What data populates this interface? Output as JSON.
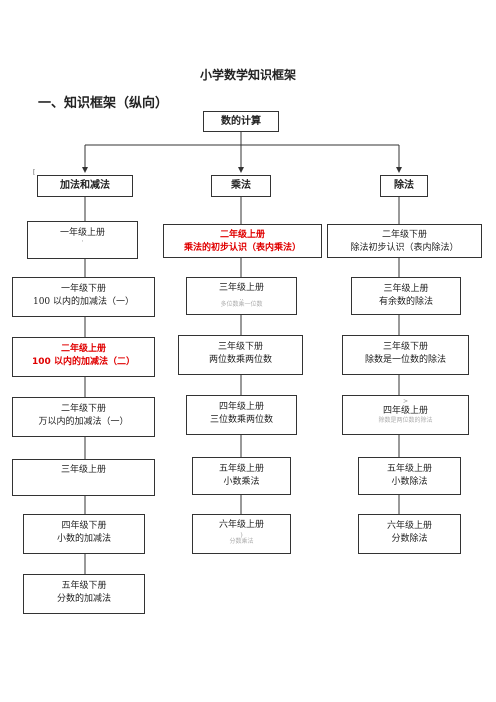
{
  "page_title": "小学数学知识框架",
  "section_heading": "一、知识框架（纵向）",
  "root": "数的计算",
  "corner_mark": "[",
  "columns": [
    {
      "header": "加法和减法",
      "items": [
        {
          "lines": [
            "一年级上册"
          ],
          "faint": "'"
        },
        {
          "lines": [
            "一年级下册",
            "100 以内的加减法（一）"
          ]
        },
        {
          "lines": [
            "二年级上册",
            "100 以内的加减法（二）"
          ],
          "highlight": true
        },
        {
          "lines": [
            "二年级下册",
            "万以内的加减法（一）"
          ]
        },
        {
          "lines": [
            "三年级上册"
          ]
        },
        {
          "lines": [
            "四年级下册",
            "小数的加减法"
          ]
        },
        {
          "lines": [
            "五年级下册",
            "分数的加减法"
          ]
        }
      ]
    },
    {
      "header": "乘法",
      "items": [
        {
          "lines": [
            "二年级上册",
            "乘法的初步认识（表内乘法）"
          ],
          "highlight": true
        },
        {
          "lines": [
            "三年级上册"
          ],
          "faint": "..",
          "cut": "多位数乘一位数"
        },
        {
          "lines": [
            "三年级下册",
            "两位数乘两位数"
          ]
        },
        {
          "lines": [
            "四年级上册",
            "三位数乘两位数"
          ]
        },
        {
          "lines": [
            "五年级上册",
            "小数乘法"
          ]
        },
        {
          "lines": [
            "六年级上册"
          ],
          "faint": ")",
          "cut": "分数乘法"
        }
      ]
    },
    {
      "header": "除法",
      "items": [
        {
          "lines": [
            "二年级下册",
            "除法初步认识（表内除法）"
          ]
        },
        {
          "lines": [
            "三年级上册",
            "有余数的除法"
          ]
        },
        {
          "lines": [
            "三年级下册",
            "除数是一位数的除法"
          ]
        },
        {
          "top_faint": ">",
          "lines": [
            "四年级上册"
          ],
          "cut": "除数是两位数的除法"
        },
        {
          "lines": [
            "五年级上册",
            "小数除法"
          ]
        },
        {
          "lines": [
            "六年级上册",
            "分数除法"
          ]
        }
      ]
    }
  ]
}
